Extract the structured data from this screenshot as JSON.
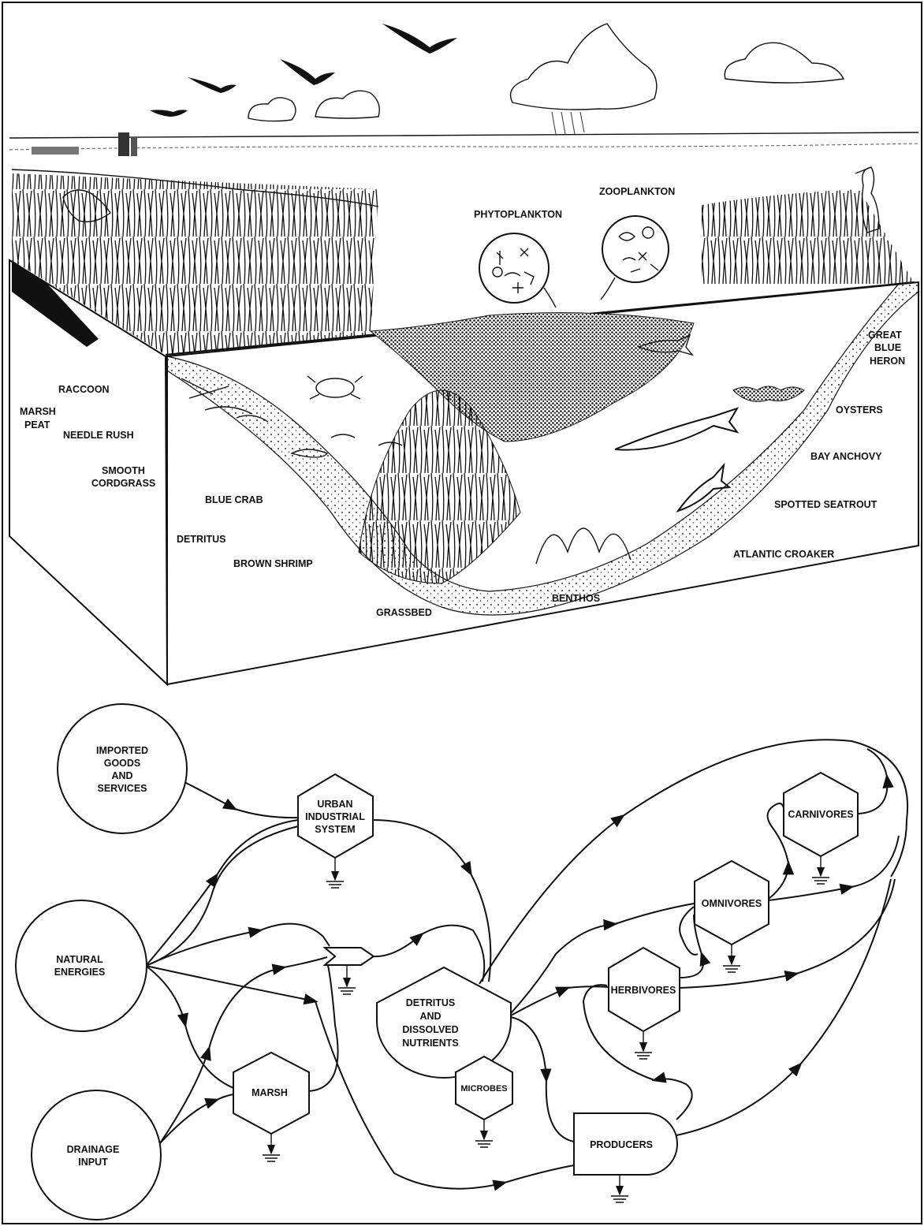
{
  "scene": {
    "labels": {
      "zooplankton": "ZOOPLANKTON",
      "phytoplankton": "PHYTOPLANKTON",
      "great": "GREAT",
      "blue": "BLUE",
      "heron": "HERON",
      "raccoon": "RACCOON",
      "marsh": "MARSH",
      "peat": "PEAT",
      "needle_rush": "NEEDLE RUSH",
      "smooth": "SMOOTH",
      "cordgrass": "CORDGRASS",
      "oysters": "OYSTERS",
      "bay_anchovy": "BAY ANCHOVY",
      "spotted_seatrout": "SPOTTED SEATROUT",
      "blue_crab": "BLUE CRAB",
      "detritus": "DETRITUS",
      "brown_shrimp": "BROWN SHRIMP",
      "atlantic_croaker": "ATLANTIC CROAKER",
      "benthos": "BENTHOS",
      "grassbed": "GRASSBED"
    }
  },
  "diagram": {
    "imported": [
      "IMPORTED",
      "GOODS",
      "AND",
      "SERVICES"
    ],
    "natural": [
      "NATURAL",
      "ENERGIES"
    ],
    "drainage": [
      "DRAINAGE",
      "INPUT"
    ],
    "urban": [
      "URBAN",
      "INDUSTRIAL",
      "SYSTEM"
    ],
    "marsh": "MARSH",
    "detritus": [
      "DETRITUS",
      "AND",
      "DISSOLVED",
      "NUTRIENTS"
    ],
    "microbes": "MICROBES",
    "producers": "PRODUCERS",
    "herbivores": "HERBIVORES",
    "omnivores": "OMNIVORES",
    "carnivores": "CARNIVORES"
  }
}
